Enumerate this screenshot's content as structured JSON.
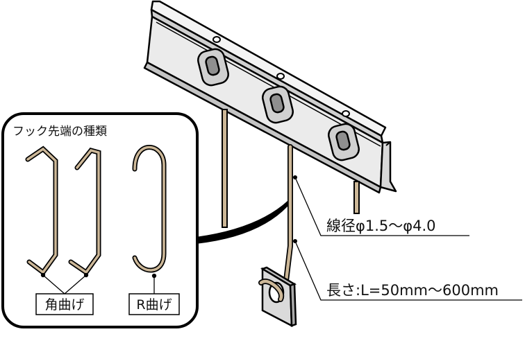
{
  "inset": {
    "title": "フック先端の種類",
    "types": [
      {
        "label": "角曲げ"
      },
      {
        "label": "R曲げ"
      }
    ]
  },
  "callouts": {
    "diameter": "線径φ1.5〜φ4.0",
    "length": "長さ:L=50mm〜600mm"
  },
  "colors": {
    "wire": "#cdb898",
    "outline": "#000000",
    "rail_face": "#e9e9e9",
    "rail_shadow": "#bdbdbd",
    "plate": "#dadada"
  }
}
